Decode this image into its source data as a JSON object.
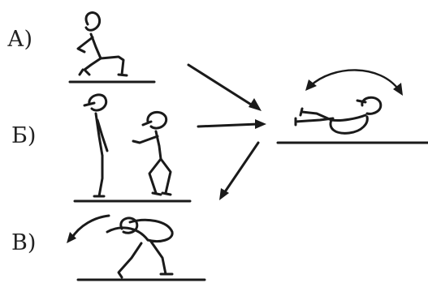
{
  "options": [
    {
      "label": "А)"
    },
    {
      "label": "Б)"
    },
    {
      "label": "В)"
    }
  ],
  "colors": {
    "ink": "#1a1a1a",
    "background": "#ffffff"
  }
}
